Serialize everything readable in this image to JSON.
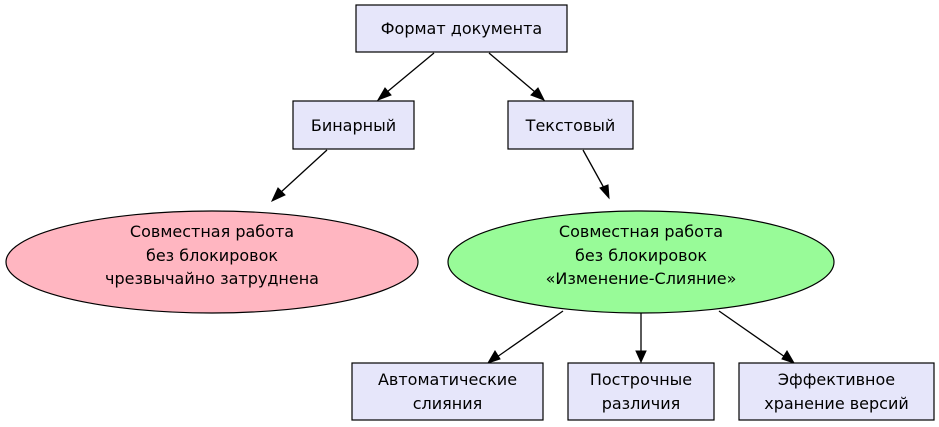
{
  "nodes": {
    "root": {
      "lines": [
        "Формат документа"
      ]
    },
    "binary": {
      "lines": [
        "Бинарный"
      ]
    },
    "text": {
      "lines": [
        "Текстовый"
      ]
    },
    "binary_note": {
      "lines": [
        "Совместная работа",
        "без блокировок",
        "чрезвычайно затруднена"
      ],
      "fill": "#ffb6c1"
    },
    "text_note": {
      "lines": [
        "Совместная работа",
        "без блокировок",
        "«Изменение-Слияние»"
      ],
      "fill": "#98fb98"
    },
    "auto_merge": {
      "lines": [
        "Автоматические",
        "слияния"
      ]
    },
    "line_diff": {
      "lines": [
        "Построчные",
        "различия"
      ]
    },
    "version_storage": {
      "lines": [
        "Эффективное",
        "хранение версий"
      ]
    }
  },
  "edges": [
    [
      "root",
      "binary"
    ],
    [
      "root",
      "text"
    ],
    [
      "binary",
      "binary_note"
    ],
    [
      "text",
      "text_note"
    ],
    [
      "text_note",
      "auto_merge"
    ],
    [
      "text_note",
      "line_diff"
    ],
    [
      "text_note",
      "version_storage"
    ]
  ],
  "colors": {
    "box_fill": "#e6e6fa",
    "red_fill": "#ffb6c1",
    "green_fill": "#98fb98",
    "stroke": "#000000"
  }
}
